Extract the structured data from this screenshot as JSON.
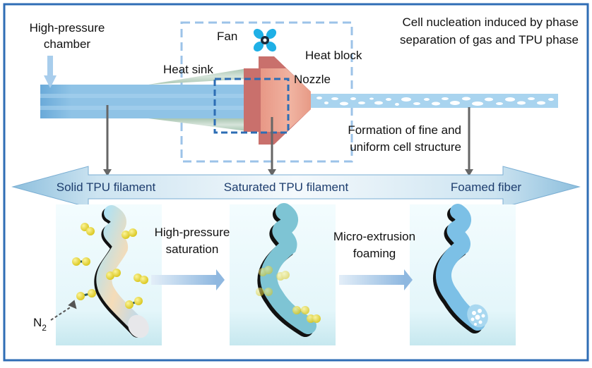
{
  "frame_color": "#2f6db5",
  "top": {
    "chamber_label": [
      "High-pressure",
      "chamber"
    ],
    "fan_label": "Fan",
    "heat_sink_label": "Heat sink",
    "heat_block_label": "Heat block",
    "nozzle_label": "Nozzle",
    "nucleation_label": [
      "Cell nucleation induced by phase",
      "separation of gas and TPU phase"
    ],
    "formation_label": [
      "Formation of fine and",
      "uniform cell structure"
    ],
    "icons": [
      "fan-icon",
      "down-arrow-icon"
    ]
  },
  "band": {
    "labels": [
      "Solid TPU filament",
      "Saturated TPU filament",
      "Foamed fiber"
    ]
  },
  "bottom": {
    "panels": [
      "solid-filament",
      "saturated-filament",
      "foamed-fiber"
    ],
    "step1_label": [
      "High-pressure",
      "saturation"
    ],
    "step2_label": [
      "Micro-extrusion",
      "foaming"
    ],
    "gas_label": "N",
    "gas_subscript": "2"
  },
  "colors": {
    "filament_blue": "#8fc3e6",
    "heat_block": "#c9706c",
    "nozzle": "#e9a08e",
    "heat_sink": "#b9d0c2",
    "dash_light": "#9cc3e8",
    "dash_dark": "#2c6db4",
    "fan": "#1fb0e6",
    "gas_molecule": "#e6d82a",
    "band_text": "#1d3d6e"
  }
}
